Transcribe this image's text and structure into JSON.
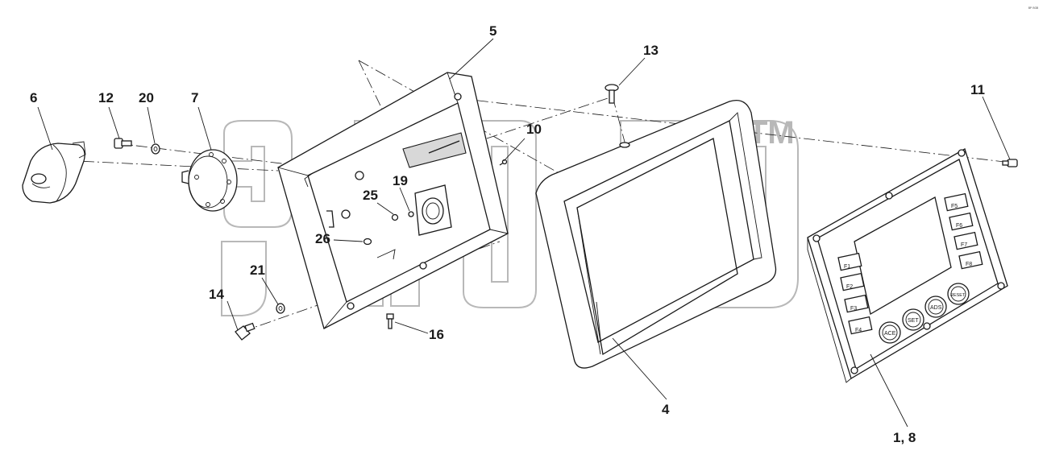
{
  "figure": {
    "corner_mark": "ᴮᴾ ᴮᴳᴮ",
    "watermark_mark": "TM"
  },
  "callouts": {
    "c_1_8": "1, 8",
    "c_4": "4",
    "c_5": "5",
    "c_6": "6",
    "c_7": "7",
    "c_10": "10",
    "c_11": "11",
    "c_12": "12",
    "c_13": "13",
    "c_14": "14",
    "c_16": "16",
    "c_19": "19",
    "c_20": "20",
    "c_21": "21",
    "c_25": "25",
    "c_26": "26"
  },
  "control_panel": {
    "function_keys_left": [
      "F1",
      "F2",
      "F3",
      "F4"
    ],
    "function_keys_right": [
      "F5",
      "F6",
      "F7",
      "F8"
    ],
    "round_buttons": [
      "ACE",
      "SET",
      "ADS",
      "RESET"
    ]
  },
  "colors": {
    "line": "#1a1a1a",
    "watermark": "#b8b8b8",
    "background": "#ffffff"
  }
}
